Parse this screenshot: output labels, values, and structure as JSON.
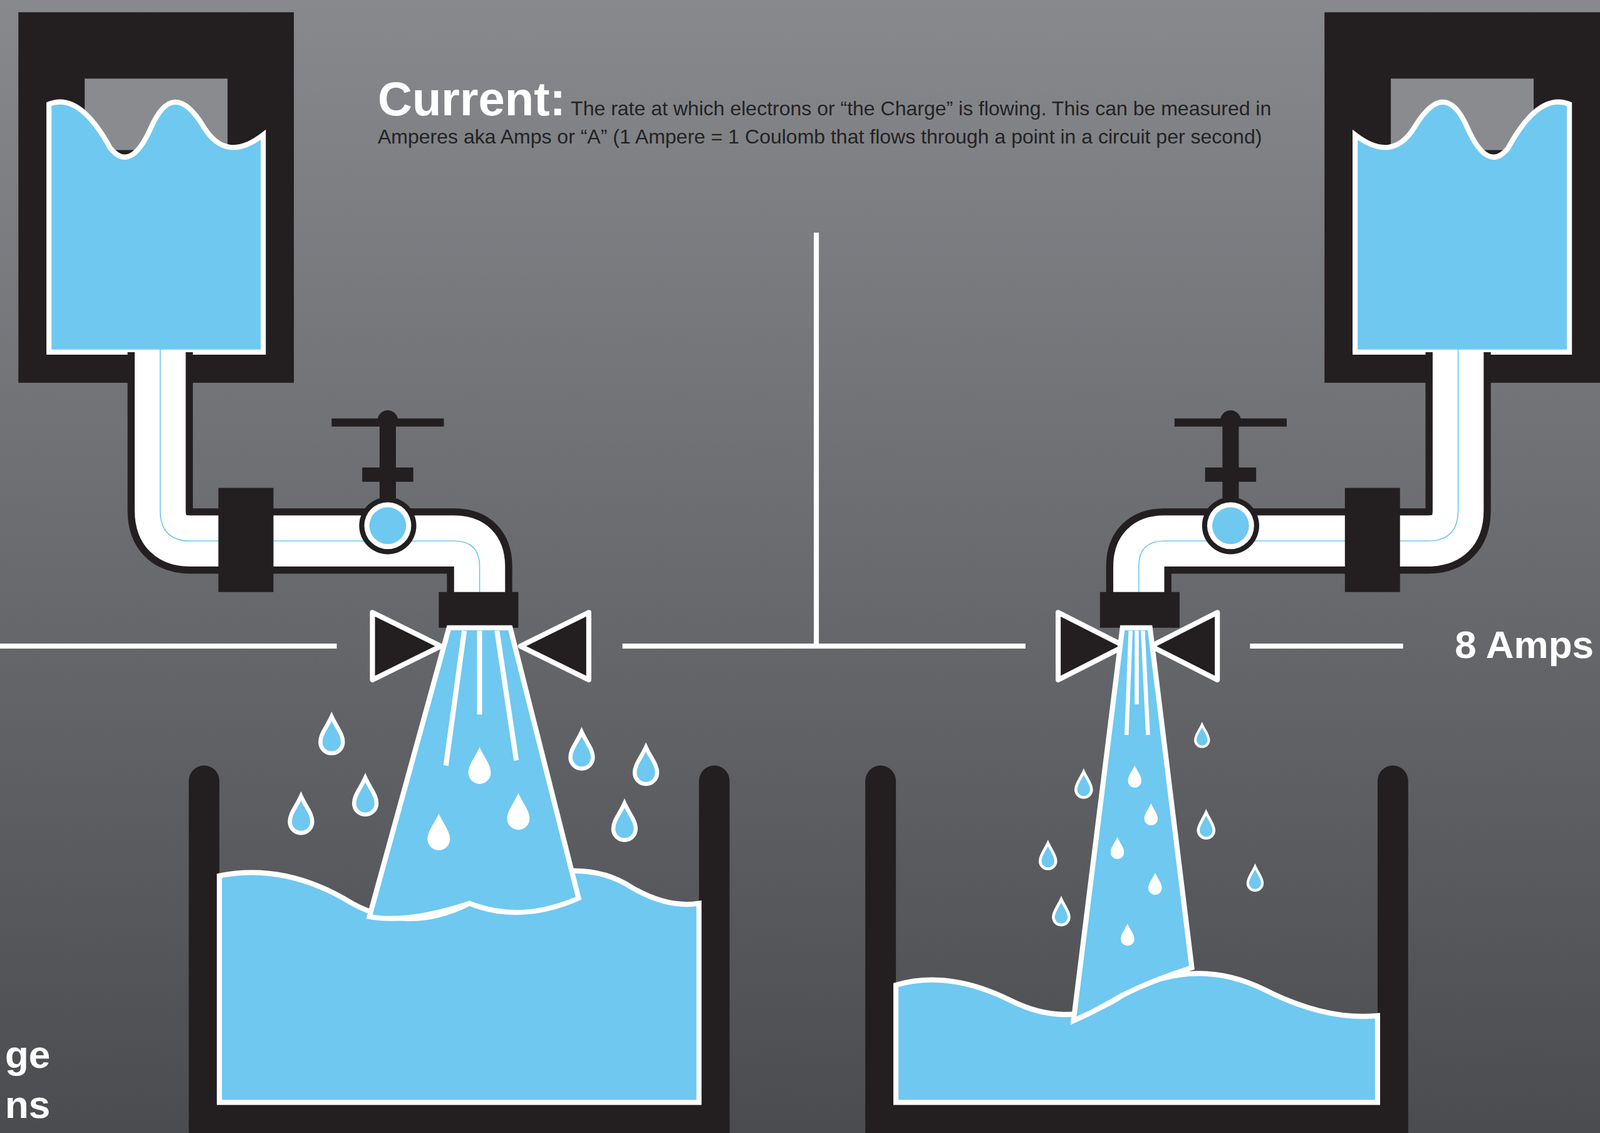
{
  "diagram": {
    "title": "Current:",
    "labels": [
      "The rate at which electrons or “the Charge” is flowing. This can be measured in Amperes aka Amps or “A” (1 Ampere = 1 Coulomb that flows through a point in a circuit per second)",
      "8 Amps",
      "ge",
      "ns"
    ]
  }
}
